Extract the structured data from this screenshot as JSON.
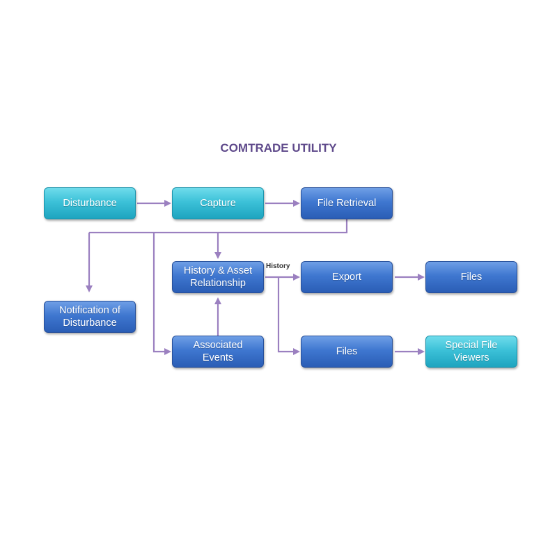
{
  "title": "COMTRADE UTILITY",
  "colors": {
    "connector": "#9b80c0",
    "title": "#5f4a8b",
    "cyan_box": "#3cc1d8",
    "blue_box": "#3f77d0"
  },
  "nodes": {
    "disturbance": "Disturbance",
    "capture": "Capture",
    "file_retrieval": "File Retrieval",
    "notification": "Notification of Disturbance",
    "history_asset": "History & Asset Relationship",
    "associated_events": "Associated Events",
    "export": "Export",
    "files_top": "Files",
    "files_bottom": "Files",
    "special_viewers": "Special File Viewers"
  },
  "edge_labels": {
    "history": "History"
  }
}
